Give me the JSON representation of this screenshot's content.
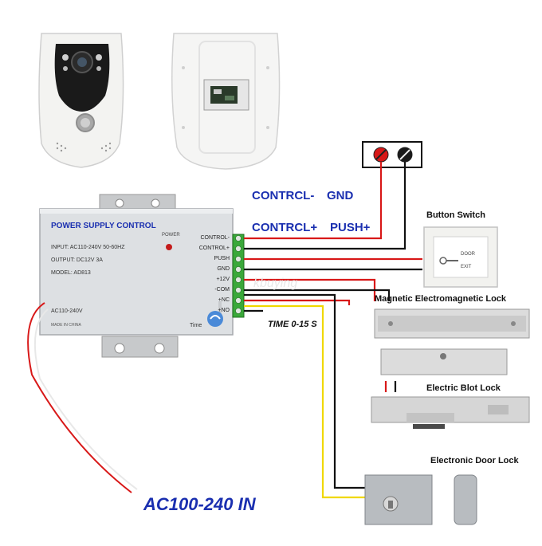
{
  "supply": {
    "title": "POWER SUPPLY CONTROL",
    "input": "INPUT: AC110-240V  50-60HZ",
    "output": "OUTPUT:  DC12V  3A",
    "model": "MODEL: AD813",
    "ac_label": "AC110-240V",
    "made_in": "MADE IN CHINA",
    "power": "POWER",
    "time": "Time",
    "terminals": [
      "CONTROL-",
      "CONTROL+",
      "PUSH",
      "GND",
      "+12V",
      "-COM",
      "+NC",
      "+NO"
    ]
  },
  "labels": {
    "contrcl_minus": "CONTRCL-",
    "gnd": "GND",
    "contrcl_plus": "CONTRCL+",
    "push_plus": "PUSH+",
    "time_range": "TIME 0-15 S",
    "ac_in": "AC100-240 IN",
    "button_switch": "Button Switch",
    "magnetic_lock": "Magnetic Electromagnetic Lock",
    "electric_bolt": "Electric Blot Lock",
    "electronic_door": "Electronic Door Lock",
    "door_text": "DOOR",
    "exit_text": "EXIT",
    "watermark": "kbuying"
  },
  "colors": {
    "wire_red": "#d81818",
    "wire_black": "#111111",
    "wire_yellow": "#f0d800",
    "wire_white": "#d0d0d0",
    "label_blue": "#1a2fb0",
    "terminal_green": "#3aa83a"
  }
}
